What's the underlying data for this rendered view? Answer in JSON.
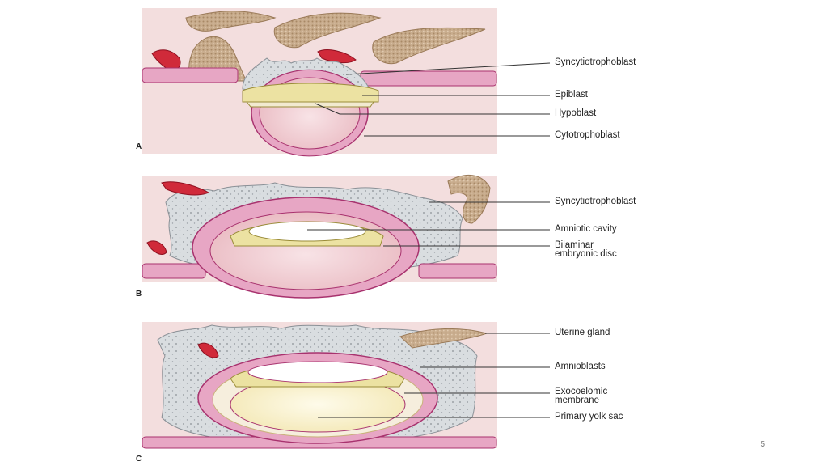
{
  "panels": [
    {
      "letter": "A",
      "labels": [
        "Syncytiotrophoblast",
        "Epiblast",
        "Hypoblast",
        "Cytotrophoblast"
      ]
    },
    {
      "letter": "B",
      "labels": [
        "Syncytiotrophoblast",
        "Amniotic cavity",
        "Bilaminar",
        "embryonic disc"
      ]
    },
    {
      "letter": "C",
      "labels": [
        "Uterine gland",
        "Amnioblasts",
        "Exocoelomic",
        "membrane",
        "Primary yolk sac"
      ]
    }
  ],
  "page_number": "5",
  "colors": {
    "tissue_pink": "#f3dede",
    "cell_pink": "#e7a6c4",
    "cell_outline": "#a8326e",
    "epiblast_yellow": "#ece2a2",
    "epiblast_outline": "#9a8c3a",
    "syncytio_gray": "#d9dde0",
    "gland_tan": "#c9ad8e",
    "blood_red": "#d02a3a",
    "yolk_yellow": "#fbf5d6"
  }
}
